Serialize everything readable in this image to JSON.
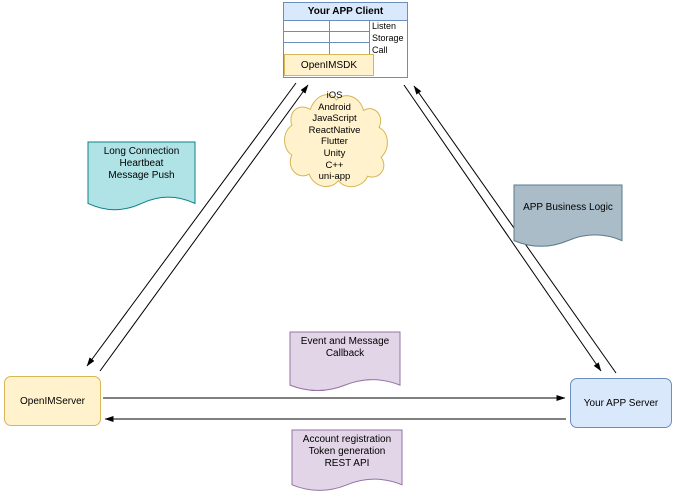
{
  "client": {
    "title": "Your APP Client",
    "interfaces": [
      "Listen",
      "Storage",
      "Call"
    ],
    "sdk": "OpenIMSDK"
  },
  "cloud_platforms": [
    "iOS",
    "Android",
    "JavaScript",
    "ReactNative",
    "Flutter",
    "Unity",
    "C++",
    "uni-app"
  ],
  "notes": {
    "long_connection": [
      "Long Connection",
      "Heartbeat",
      "Message Push"
    ],
    "business_logic": [
      "APP Business Logic"
    ],
    "callback": [
      "Event and Message",
      "Callback"
    ],
    "rest_api": [
      "Account registration",
      "Token generation",
      "REST API"
    ]
  },
  "nodes": {
    "openim_server": "OpenIMServer",
    "app_server": "Your APP Server"
  },
  "colors": {
    "blue_fill": "#dae8fc",
    "blue_stroke": "#6c8ebf",
    "yellow_fill": "#fff2cc",
    "yellow_stroke": "#d6b656",
    "teal_fill": "#b0e3e6",
    "teal_stroke": "#0e8088",
    "gray_fill": "#a9bcc8",
    "gray_stroke": "#5d7a8c",
    "purple_fill": "#e1d5e7",
    "purple_stroke": "#9673a6",
    "connector": "#000000"
  }
}
